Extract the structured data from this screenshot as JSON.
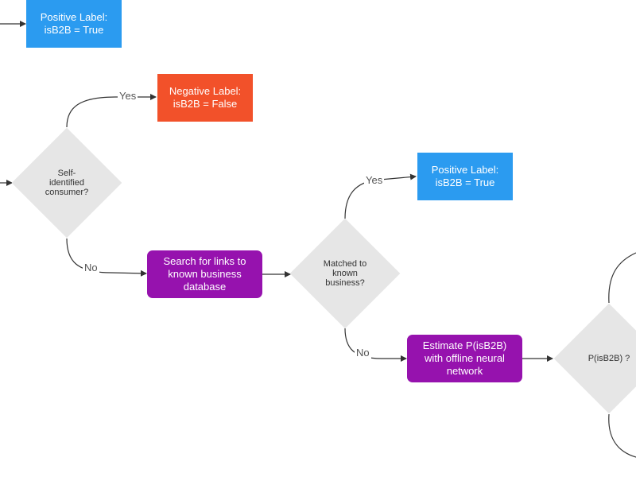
{
  "nodes": {
    "positive_top": "Positive Label:\nisB2B = True",
    "negative": "Negative Label:\nisB2B = False",
    "positive_mid": "Positive Label:\nisB2B = True",
    "search": "Search for links to\nknown business\ndatabase",
    "estimate": "Estimate P(isB2B)\nwith offline neural\nnetwork"
  },
  "decisions": {
    "self_identified": "Self-\nidentified\nconsumer?",
    "matched": "Matched to\nknown\nbusiness?",
    "p_isb2b": "P(isB2B) ?"
  },
  "edges": {
    "yes_1": "Yes",
    "no_1": "No",
    "yes_2": "Yes",
    "no_2": "No"
  },
  "colors": {
    "positive": "#2b9bf0",
    "negative": "#f2512a",
    "process": "#9612ae",
    "decision": "#e6e6e6",
    "edge": "#333333"
  }
}
